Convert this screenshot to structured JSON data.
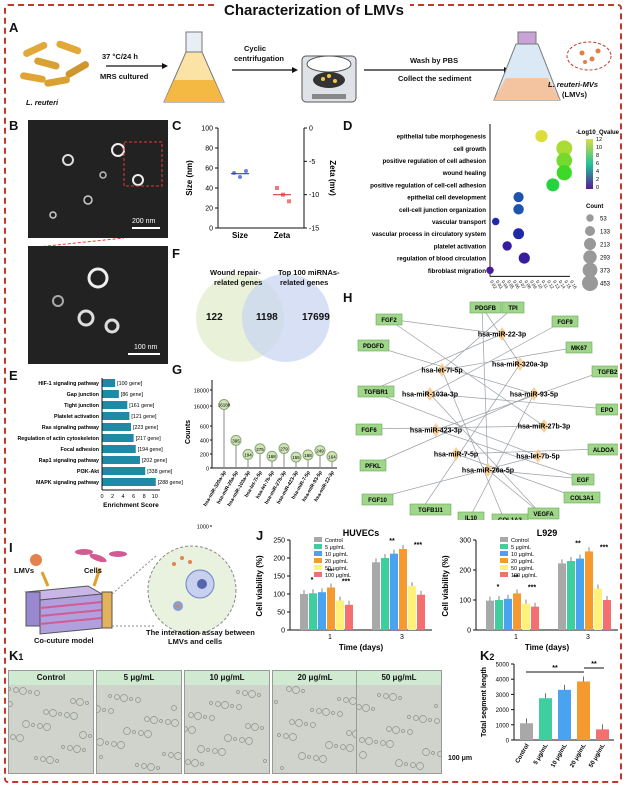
{
  "title": "Characterization of LMVs",
  "panels": {
    "A": "A",
    "B": "B",
    "C": "C",
    "D": "D",
    "E": "E",
    "F": "F",
    "G": "G",
    "H": "H",
    "I": "I",
    "J": "J",
    "K1": "K",
    "K2": "K"
  },
  "panelA": {
    "bacteria_label": "L. reuteri",
    "step1_top": "37 °C/24 h",
    "step1_bottom": "MRS cultured",
    "step2": [
      "Cyclic",
      "centrifugation"
    ],
    "step3_top": "Wash by PBS",
    "step3_bottom": "Collect the sediment",
    "product": [
      "L. reuteri-MVs",
      "(LMVs)"
    ]
  },
  "panelB": {
    "scale_top": "200 nm",
    "scale_bottom": "100 nm"
  },
  "panelC": {
    "ylabel_left": "Size (nm)",
    "ylabel_right": "Zeta (mv)",
    "left_ticks": [
      "0",
      "20",
      "40",
      "60",
      "80",
      "100"
    ],
    "right_ticks": [
      "0",
      "-5",
      "-10",
      "-15"
    ],
    "categories": [
      "Size",
      "Zeta"
    ]
  },
  "panelD": {
    "terms": [
      "epithelial tube morphogenesis",
      "cell growth",
      "positive regulation of cell adhesion",
      "wound healing",
      "positive regulation of cell-cell adhesion",
      "epithelial cell development",
      "cell-cell junction organization",
      "vascular transport",
      "vascular process in circulatory system",
      "platelet activation",
      "regulation of blood circulation",
      "fibroblast migration"
    ],
    "xticks": [
      "0.02",
      "0.03",
      "0.04",
      "0.05",
      "0.06",
      "0.07",
      "0.08",
      "0.09",
      "0.10",
      "0.11",
      "0.12",
      "0.13",
      "0.14",
      "0.15",
      "0.16"
    ],
    "color_title": "-Log10_Qvalue",
    "color_ticks": [
      "12",
      "10",
      "8",
      "6",
      "4",
      "2",
      "0"
    ],
    "count_title": "Count",
    "count_ticks": [
      "53",
      "133",
      "213",
      "293",
      "373",
      "453"
    ]
  },
  "panelE": {
    "xlabel": "Enrichment Score",
    "xticks": [
      "0",
      "2",
      "4",
      "6",
      "8",
      "10"
    ]
  },
  "panelF": {
    "left_label": [
      "Wound repair-",
      "related genes"
    ],
    "right_label": [
      "Top 100 miRNAs-",
      "related genes"
    ],
    "left_only": "122",
    "overlap": "1198",
    "right_only": "17699"
  },
  "panelG": {
    "ylabel": "Counts",
    "yticks": [
      "0",
      "200",
      "400",
      "600",
      "1000",
      "16000",
      "18000"
    ]
  },
  "panelH": {
    "genes": [
      "PDGFB",
      "TPI",
      "FGF2",
      "FGF9",
      "PDGFD",
      "MK67",
      "TGFBR1",
      "TGFB2",
      "FGF6",
      "EPO",
      "PFKL",
      "ALDOA",
      "FGF10",
      "EGF",
      "TGFB1I1",
      "COL3A1",
      "IL10",
      "COL1A2",
      "VEGFA"
    ],
    "mirnas": [
      "hsa-miR-22-3p",
      "hsa-miR-320a-3p",
      "hsa-let-7i-5p",
      "hsa-miR-103a-3p",
      "hsa-miR-93-5p",
      "hsa-miR-423-3p",
      "hsa-miR-27b-3p",
      "hsa-miR-7-5p",
      "hsa-let-7b-5p",
      "hsa-miR-26a-5p"
    ]
  },
  "panelI": {
    "lmv_label": "LMVs",
    "cells_label": "Cells",
    "model_label": "Co-cuture model",
    "assay_label": [
      "The interaction assay between",
      "LMVs and cells"
    ]
  },
  "panelJ": {
    "titles": [
      "HUVECs",
      "L929"
    ],
    "ylabel": "Cell viability (%)",
    "xlabel": "Time (days)",
    "xcats": [
      "1",
      "3"
    ],
    "yticks": [
      "0",
      "50",
      "100",
      "150",
      "200",
      "250"
    ],
    "legend": [
      "Control",
      "5 μg/mL",
      "10 μg/mL",
      "20 μg/mL",
      "50 μg/mL",
      "100 μg/mL"
    ],
    "sig": [
      "*",
      "**",
      "***",
      "**",
      "***"
    ]
  },
  "panelK1": {
    "labels": [
      "Control",
      "5 μg/mL",
      "10 μg/mL",
      "20 μg/mL",
      "50 μg/mL"
    ],
    "scale": "100 μm"
  },
  "panelK2": {
    "ylabel": "Total segment length",
    "yticks": [
      "0",
      "1000",
      "2000",
      "3000",
      "4000",
      "5000"
    ],
    "sig": [
      "**",
      "**"
    ]
  },
  "colors": {
    "frame": "#c0392b",
    "control": "#a8a8a8",
    "c5": "#3fcf9e",
    "c10": "#4aa3f0",
    "c20": "#f59a2f",
    "c50": "#fff27a",
    "c100": "#f47070",
    "enrich_bar": "#1f8aa5"
  },
  "chart_data": [
    {
      "type": "scatter",
      "panel": "C",
      "categories": [
        "Size",
        "Zeta"
      ],
      "series": [
        {
          "axis": "left",
          "points": [
            {
              "x": "Size",
              "y": 55
            },
            {
              "x": "Size",
              "y": 51
            },
            {
              "x": "Size",
              "y": 57
            }
          ]
        },
        {
          "axis": "right",
          "points": [
            {
              "x": "Zeta",
              "y": -9
            },
            {
              "x": "Zeta",
              "y": -10
            },
            {
              "x": "Zeta",
              "y": -11
            }
          ]
        }
      ],
      "ylim_left": [
        0,
        100
      ],
      "ylim_right": [
        -15,
        0
      ]
    },
    {
      "type": "scatter",
      "panel": "D",
      "categories": [
        "epithelial tube morphogenesis",
        "cell growth",
        "positive regulation of cell adhesion",
        "wound healing",
        "positive regulation of cell-cell adhesion",
        "epithelial cell development",
        "cell-cell junction organization",
        "vascular transport",
        "vascular process in circulatory system",
        "platelet activation",
        "regulation of blood circulation",
        "fibroblast migration"
      ],
      "x": [
        0.11,
        0.15,
        0.15,
        0.15,
        0.13,
        0.07,
        0.07,
        0.03,
        0.07,
        0.05,
        0.08,
        0.02
      ],
      "count": [
        230,
        450,
        430,
        400,
        270,
        140,
        150,
        53,
        170,
        110,
        180,
        53
      ],
      "neglog10q": [
        12,
        11,
        10,
        9,
        8,
        3,
        3,
        2,
        2,
        1,
        1,
        0.5
      ],
      "xlim": [
        0.02,
        0.16
      ]
    },
    {
      "type": "bar",
      "panel": "E",
      "orientation": "horizontal",
      "categories": [
        "HIF-1 signaling pathway",
        "Gap junction",
        "Tight junction",
        "Platelet activation",
        "Ras signaling pathway",
        "Regulation of actin cytoskeleton",
        "Focal adhesion",
        "Rap1 signaling pathway",
        "PI3K-Akt",
        "MAPK signaling pathway"
      ],
      "values": [
        2.5,
        3.2,
        4.8,
        5.2,
        5.5,
        6.0,
        6.4,
        7.2,
        8.2,
        10.2
      ],
      "annotations": [
        "[100 gene]",
        "[86 gene]",
        "[161 gene]",
        "[121 gene]",
        "[223 gene]",
        "[217 gene]",
        "[194 gene]",
        "[202 gene]",
        "[338 gene]",
        "[288 gene]"
      ],
      "xlabel": "Enrichment Score",
      "xlim": [
        0,
        11
      ]
    },
    {
      "type": "bar",
      "panel": "G",
      "categories": [
        "hsa-miR-320a-3p",
        "hsa-miR-26a-5p",
        "hsa-miR-103a-3p",
        "hsa-let-7i-5p",
        "hsa-let-7b-5p",
        "hsa-miR-27b-3p",
        "hsa-miR-423-3p",
        "hsa-miR-7-5p",
        "hsa-miR-93-5p",
        "hsa-miR-22-3p"
      ],
      "values": [
        16188,
        395,
        194,
        275,
        168,
        279,
        155,
        188,
        249,
        164
      ],
      "ylabel": "Counts"
    },
    {
      "type": "bar",
      "panel": "J",
      "title": "HUVECs",
      "categories": [
        "1",
        "3"
      ],
      "series": [
        {
          "name": "Control",
          "values": [
            100,
            188
          ]
        },
        {
          "name": "5 μg/mL",
          "values": [
            102,
            200
          ]
        },
        {
          "name": "10 μg/mL",
          "values": [
            105,
            212
          ]
        },
        {
          "name": "20 μg/mL",
          "values": [
            118,
            225
          ]
        },
        {
          "name": "50 μg/mL",
          "values": [
            82,
            122
          ]
        },
        {
          "name": "100 μg/mL",
          "values": [
            70,
            98
          ]
        }
      ],
      "ylabel": "Cell viability (%)",
      "xlabel": "Time (days)",
      "ylim": [
        0,
        250
      ]
    },
    {
      "type": "bar",
      "panel": "J",
      "title": "L929",
      "categories": [
        "1",
        "3"
      ],
      "series": [
        {
          "name": "Control",
          "values": [
            98,
            222
          ]
        },
        {
          "name": "5 μg/mL",
          "values": [
            100,
            230
          ]
        },
        {
          "name": "10 μg/mL",
          "values": [
            104,
            238
          ]
        },
        {
          "name": "20 μg/mL",
          "values": [
            122,
            262
          ]
        },
        {
          "name": "50 μg/mL",
          "values": [
            88,
            138
          ]
        },
        {
          "name": "100 μg/mL",
          "values": [
            78,
            100
          ]
        }
      ],
      "ylabel": "Cell viability (%)",
      "xlabel": "Time (days)",
      "ylim": [
        0,
        300
      ]
    },
    {
      "type": "bar",
      "panel": "K2",
      "categories": [
        "Control",
        "5 μg/mL",
        "10 μg/mL",
        "20 μg/mL",
        "50 μg/mL"
      ],
      "values": [
        1100,
        2750,
        3300,
        3850,
        700
      ],
      "ylabel": "Total segment length",
      "ylim": [
        0,
        5000
      ]
    }
  ]
}
